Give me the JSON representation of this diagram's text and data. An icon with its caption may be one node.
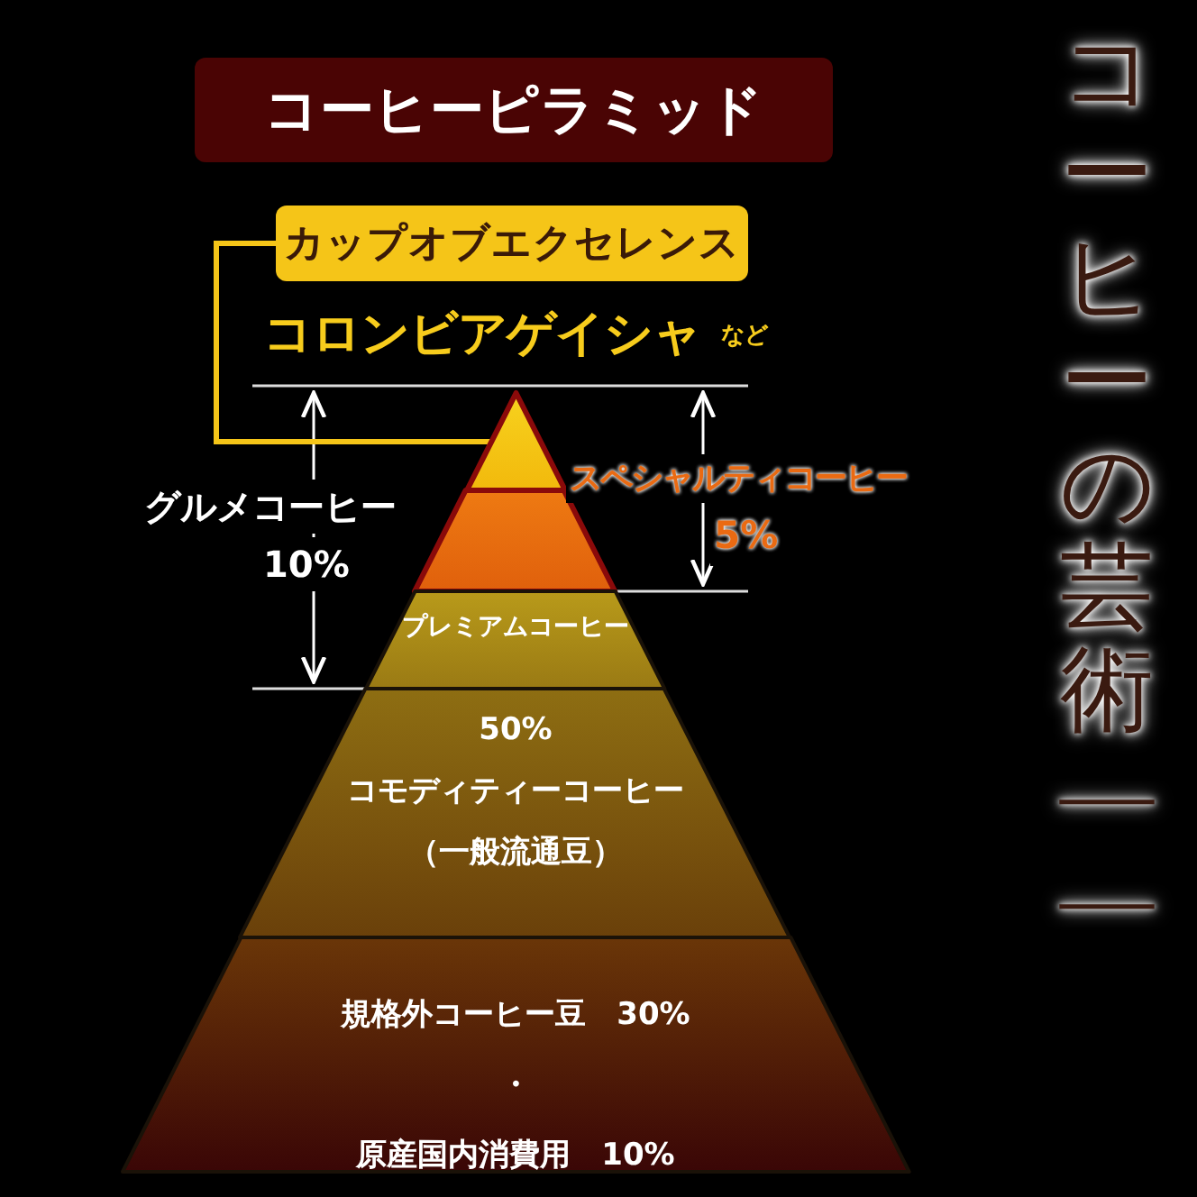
{
  "diagram": {
    "title": "コーヒーピラミッド",
    "nodes": [
      {
        "text": [
          "カップオブエクセレンス"
        ]
      },
      {
        "text": [],
        "shape": "triangle"
      },
      {
        "text": [],
        "shape": "trapezoid"
      },
      {
        "text": [
          "プレミアムコーヒー"
        ]
      },
      {
        "text": [
          "50%",
          "コモディティーコーヒー",
          "（一般流通豆）"
        ]
      },
      {
        "text": [
          "規格外コーヒー豆　30%",
          "・",
          "原産国内消費用　10%"
        ]
      }
    ],
    "edges": [
      {
        "from": 0,
        "to": 1,
        "arrow": "none",
        "color": "#f5c518"
      }
    ],
    "labels": [
      "コロンビアゲイシャ",
      "など",
      "グルメコーヒー",
      "10%",
      "スペシャルティコーヒー",
      "5%",
      "コーヒーの芸術――"
    ]
  }
}
